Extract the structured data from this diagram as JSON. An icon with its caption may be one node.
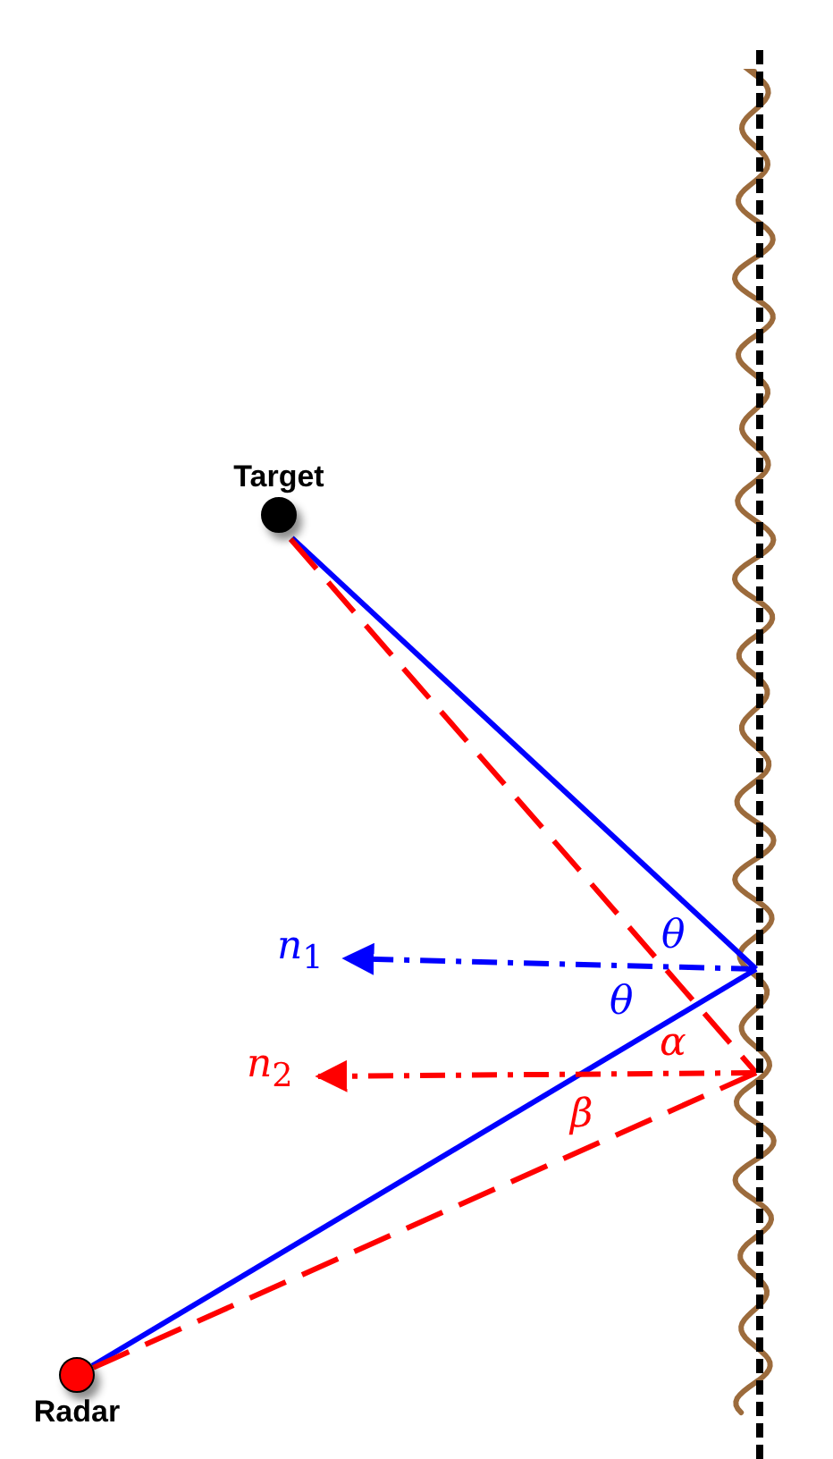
{
  "diagram": {
    "nodes": [
      {
        "text": [
          "Target"
        ]
      },
      {
        "text": [
          "Radar"
        ]
      },
      {
        "text": [
          "*n*$_{1}$"
        ]
      },
      {
        "text": [
          "*n*$_{2}$"
        ]
      },
      {
        "text": [],
        "shape": "wall"
      }
    ],
    "edges": [
      {
        "from": 0,
        "to": 4,
        "arrow": "none",
        "color": "#0000ff"
      },
      {
        "from": 4,
        "to": 1,
        "arrow": "none",
        "color": "#0000ff"
      },
      {
        "from": 0,
        "to": 4,
        "arrow": "none",
        "style": "dashed",
        "color": "#ff0000"
      },
      {
        "from": 4,
        "to": 1,
        "arrow": "none",
        "style": "dashed",
        "color": "#ff0000"
      },
      {
        "from": 4,
        "to": 2,
        "arrow": "to",
        "style": "dashed",
        "color": "#0000ff"
      },
      {
        "from": 4,
        "to": 3,
        "arrow": "to",
        "style": "dashed",
        "color": "#ff0000"
      }
    ],
    "labels": [
      "θ",
      "θ",
      "α",
      "β"
    ]
  }
}
